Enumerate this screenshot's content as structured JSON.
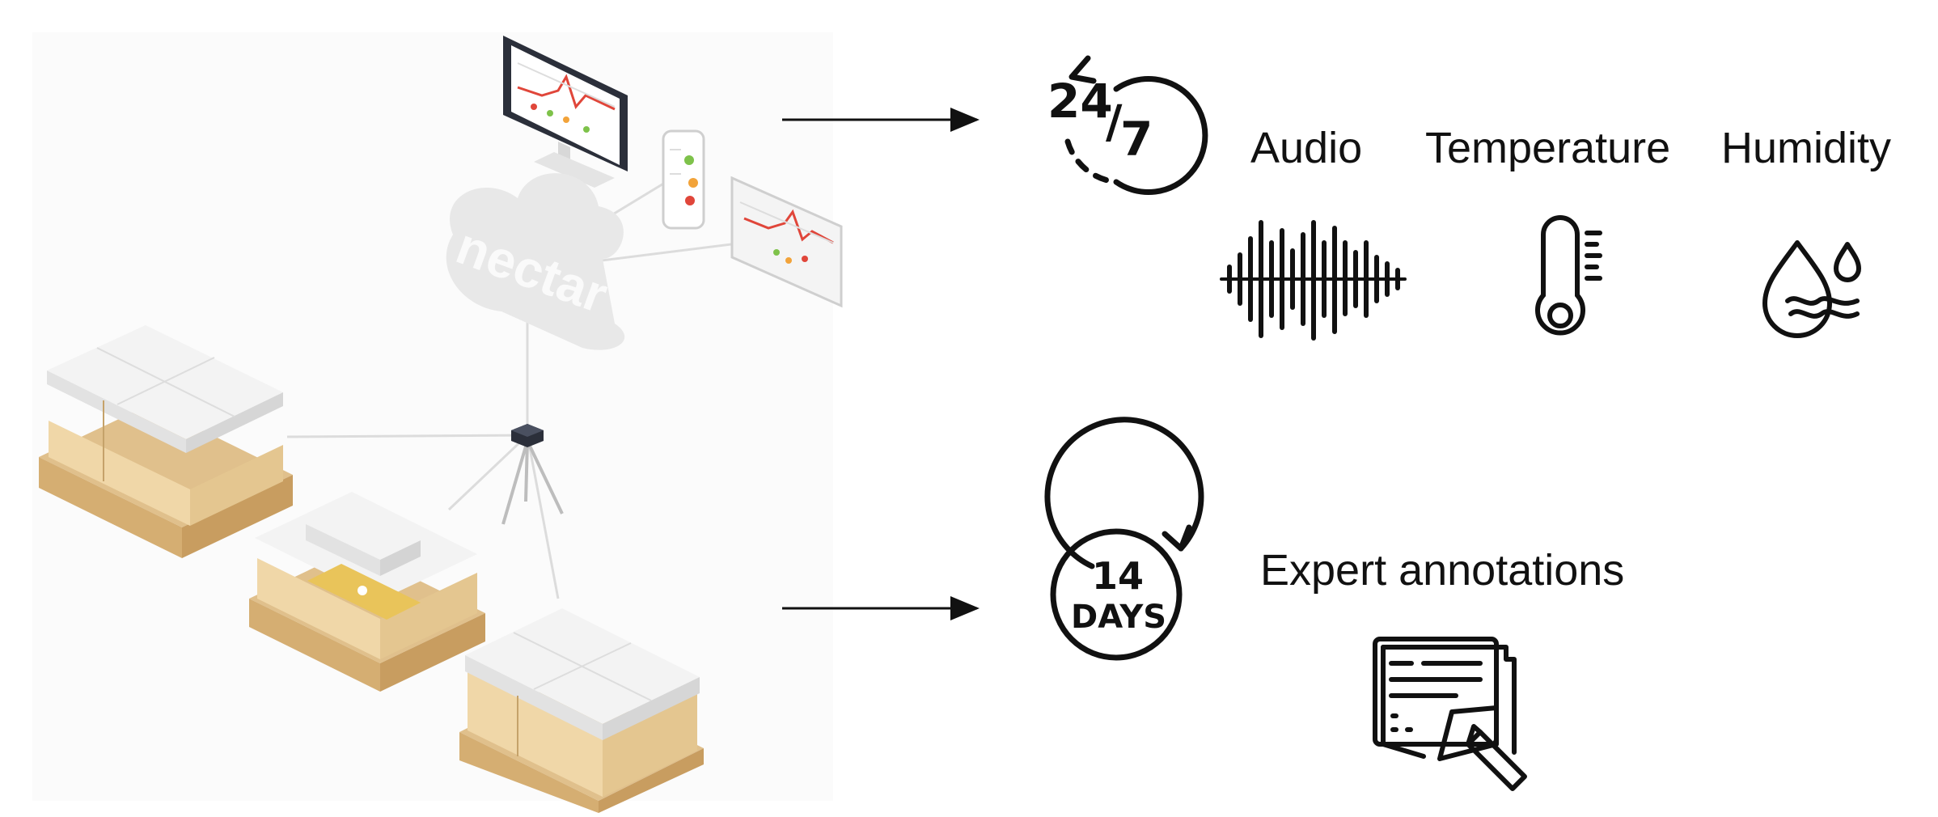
{
  "diagram": {
    "cloud_brand": "nectar",
    "continuous_monitoring": {
      "badge_top": "24",
      "badge_bottom": "7",
      "sensors": [
        {
          "label": "Audio",
          "icon": "sound-wave-icon"
        },
        {
          "label": "Temperature",
          "icon": "thermometer-icon"
        },
        {
          "label": "Humidity",
          "icon": "humidity-drops-icon"
        }
      ]
    },
    "periodic_inspection": {
      "badge_number": "14",
      "badge_unit": "DAYS",
      "label": "Expert annotations",
      "icon": "document-pencil-icon"
    },
    "colors": {
      "hive_wood": "#f0d7a8",
      "hive_lid": "#f3f3f3",
      "cloud": "#e6e6e6",
      "chart_red": "#e0463a",
      "ink": "#111111"
    }
  }
}
